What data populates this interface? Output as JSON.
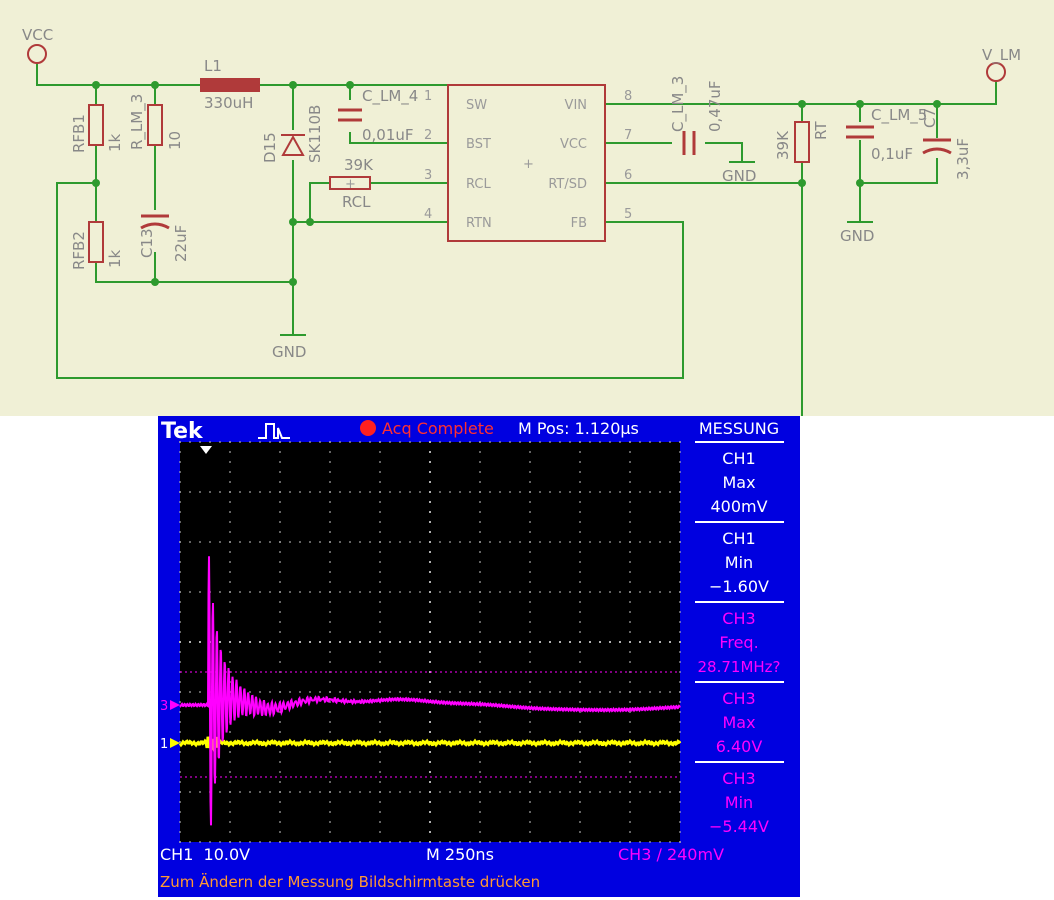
{
  "schematic": {
    "colors": {
      "background": "#f0f0d6",
      "wire": "#2e9a2e",
      "part": "#b03a3a",
      "text": "#888888",
      "pin": "#9a9a9a"
    },
    "labels": {
      "vcc": "VCC",
      "v_lm": "V_LM",
      "l1_name": "L1",
      "l1_value": "330uH",
      "d15_name": "D15",
      "d15_value": "SK110B",
      "c_lm4_name": "C_LM_4",
      "c_lm4_value": "0,01uF",
      "rcl_value": "39K",
      "rcl_name": "RCL",
      "rfb1_name": "RFB1",
      "rfb1_value": "1k",
      "rlm3_name": "R_LM_3",
      "rlm3_value": "10",
      "rfb2_name": "RFB2",
      "rfb2_value": "1k",
      "c13_name": "C13",
      "c13_value": "22uF",
      "clm3_name": "C_LM_3",
      "clm3_value": "0,47uF",
      "rt_value": "39K",
      "rt_name": "RT",
      "clm5_name": "C_LM_5",
      "clm5_value": "0,1uF",
      "c7_name": "C7",
      "c7_value": "3,3uF",
      "gnd": "GND"
    },
    "ic": {
      "left_pins": [
        "SW",
        "BST",
        "RCL",
        "RTN"
      ],
      "left_numbers": [
        "1",
        "2",
        "3",
        "4"
      ],
      "right_pins": [
        "VIN",
        "VCC",
        "RT/SD",
        "FB"
      ],
      "right_numbers": [
        "8",
        "7",
        "6",
        "5"
      ]
    }
  },
  "scope": {
    "colors": {
      "frame": "#0000e0",
      "screen": "#000000",
      "ch1": "#ffff00",
      "ch3": "#ff00ff",
      "status": "#ff3030",
      "white": "#ffffff",
      "orange": "#ff9933"
    },
    "brand": "Tek",
    "status": "Acq Complete",
    "mpos": "M Pos: 1.120µs",
    "menu_title": "MESSUNG",
    "measurements": [
      {
        "ch": "CH1",
        "name": "Max",
        "value": "400mV",
        "color": "#ffffff"
      },
      {
        "ch": "CH1",
        "name": "Min",
        "value": "−1.60V",
        "color": "#ffffff"
      },
      {
        "ch": "CH3",
        "name": "Freq.",
        "value": "28.71MHz?",
        "color": "#ff00ff"
      },
      {
        "ch": "CH3",
        "name": "Max",
        "value": "6.40V",
        "color": "#ff00ff"
      },
      {
        "ch": "CH3",
        "name": "Min",
        "value": "−5.44V",
        "color": "#ff00ff"
      }
    ],
    "ch1_scale": "CH1  10.0V",
    "timebase": "M 250ns",
    "trigger": "CH3 ∕ 240mV",
    "message": "Zum Ändern der Messung Bildschirmtaste drücken",
    "ch1_marker": "1",
    "ch3_marker": "3"
  }
}
